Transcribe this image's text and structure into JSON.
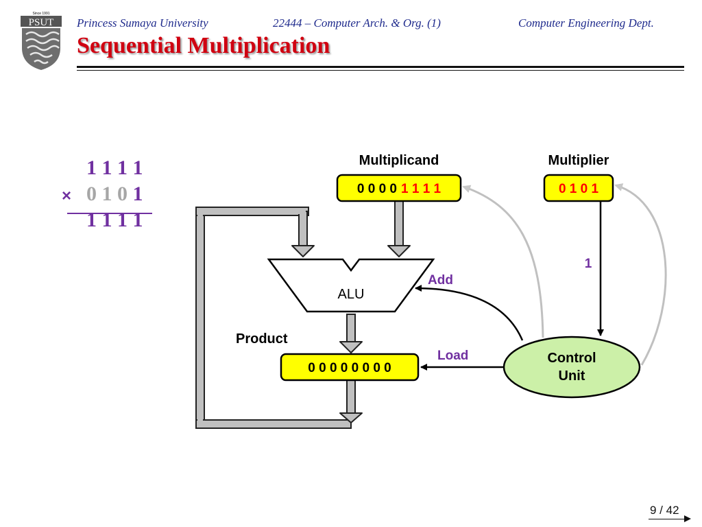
{
  "header": {
    "university": "Princess Sumaya University",
    "course": "22444 – Computer Arch. & Org. (1)",
    "department": "Computer Engineering Dept.",
    "logo_since": "Since 1991",
    "logo_text": "PSUT"
  },
  "slide": {
    "title": "Sequential Multiplication",
    "page": "9 / 42"
  },
  "worked_example": {
    "multiplicand": "1 1 1 1",
    "operator": "×",
    "multiplier_pending": "0 1 0",
    "multiplier_current": "1",
    "partial_result": "1 1 1 1"
  },
  "diagram": {
    "multiplicand_label": "Multiplicand",
    "multiplicand_upper": "0 0 0 0",
    "multiplicand_lower": "1 1 1 1",
    "multiplier_label": "Multiplier",
    "multiplier_value": "0 1 0 1",
    "alu_label": "ALU",
    "product_label": "Product",
    "product_value": "0 0 0 0 0 0 0 0",
    "control_line1": "Control",
    "control_line2": "Unit",
    "signal_add": "Add",
    "signal_load": "Load",
    "signal_bit": "1"
  },
  "colors": {
    "title_red": "#d00010",
    "header_blue": "#1e2a8c",
    "register_fill": "#ffff00",
    "highlight_red": "#ff0000",
    "signal_purple": "#7030a0",
    "control_fill": "#ccf0a8",
    "bus_grey": "#c0c0c0"
  }
}
